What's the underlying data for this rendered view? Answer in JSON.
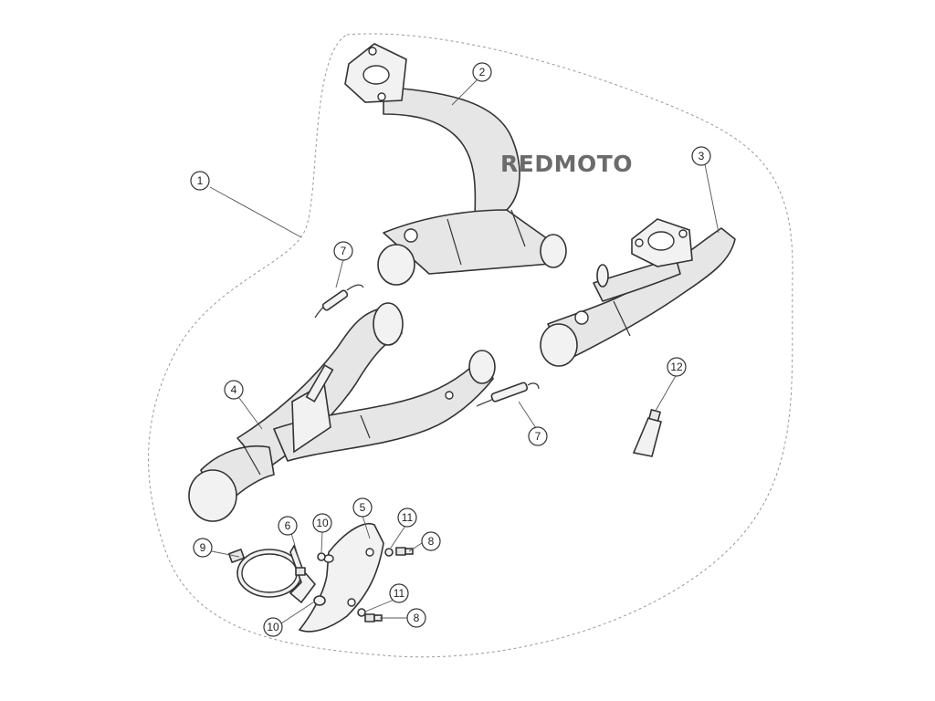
{
  "watermark": "REDMOTO",
  "callouts": [
    {
      "id": "c1",
      "label": "1"
    },
    {
      "id": "c2",
      "label": "2"
    },
    {
      "id": "c3",
      "label": "3"
    },
    {
      "id": "c4",
      "label": "4"
    },
    {
      "id": "c5",
      "label": "5"
    },
    {
      "id": "c6",
      "label": "6"
    },
    {
      "id": "c7a",
      "label": "7"
    },
    {
      "id": "c7b",
      "label": "7"
    },
    {
      "id": "c8a",
      "label": "8"
    },
    {
      "id": "c8b",
      "label": "8"
    },
    {
      "id": "c9",
      "label": "9"
    },
    {
      "id": "c10a",
      "label": "10"
    },
    {
      "id": "c10b",
      "label": "10"
    },
    {
      "id": "c11a",
      "label": "11"
    },
    {
      "id": "c11b",
      "label": "11"
    },
    {
      "id": "c12",
      "label": "12"
    }
  ]
}
